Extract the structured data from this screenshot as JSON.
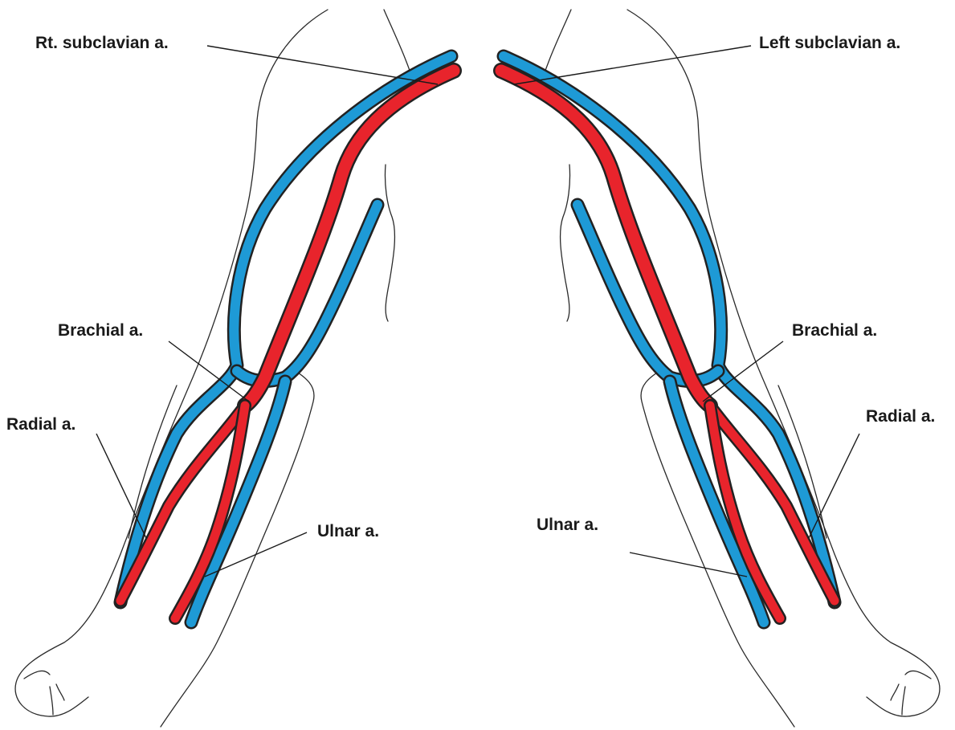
{
  "colors": {
    "artery": "#e8242c",
    "vein": "#1e9ad6",
    "outline": "#2a2a2a",
    "background": "#ffffff"
  },
  "labels": {
    "right_subclavian": "Rt. subclavian a.",
    "left_subclavian": "Left subclavian a.",
    "right_brachial": "Brachial a.",
    "left_brachial": "Brachial a.",
    "right_radial": "Radial a.",
    "left_radial": "Radial a.",
    "right_ulnar": "Ulnar a.",
    "left_ulnar": "Ulnar a."
  }
}
